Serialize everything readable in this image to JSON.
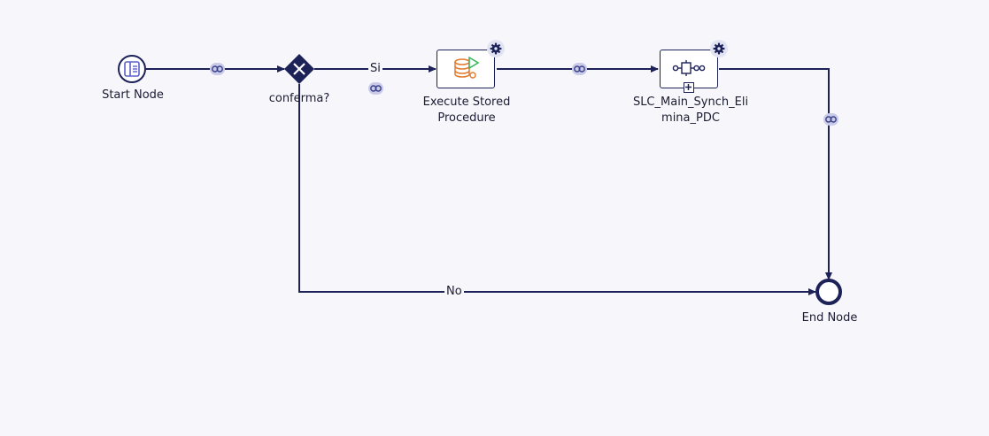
{
  "diagram": {
    "nodes": {
      "start": {
        "label": "Start Node"
      },
      "gateway": {
        "label": "conferma?"
      },
      "stored_procedure": {
        "label_line1": "Execute Stored",
        "label_line2": "Procedure"
      },
      "subprocess": {
        "label_line1": "SLC_Main_Synch_Eli",
        "label_line2": "mina_PDC"
      },
      "end": {
        "label": "End Node"
      }
    },
    "edges": {
      "yes_label": "Si",
      "no_label": "No"
    },
    "icons": {
      "start": "start-event-icon",
      "gateway": "exclusive-gateway-icon",
      "stored_procedure": "database-execute-icon",
      "subprocess": "subprocess-icon",
      "settings": "gear-icon",
      "link": "link-icon",
      "expand": "expand-plus-icon"
    },
    "colors": {
      "line": "#1c2158",
      "badge": "#c9cbe8",
      "start_icon": "#5b61c9",
      "db_icon": "#e07a2e",
      "play_icon": "#35b35a"
    }
  }
}
